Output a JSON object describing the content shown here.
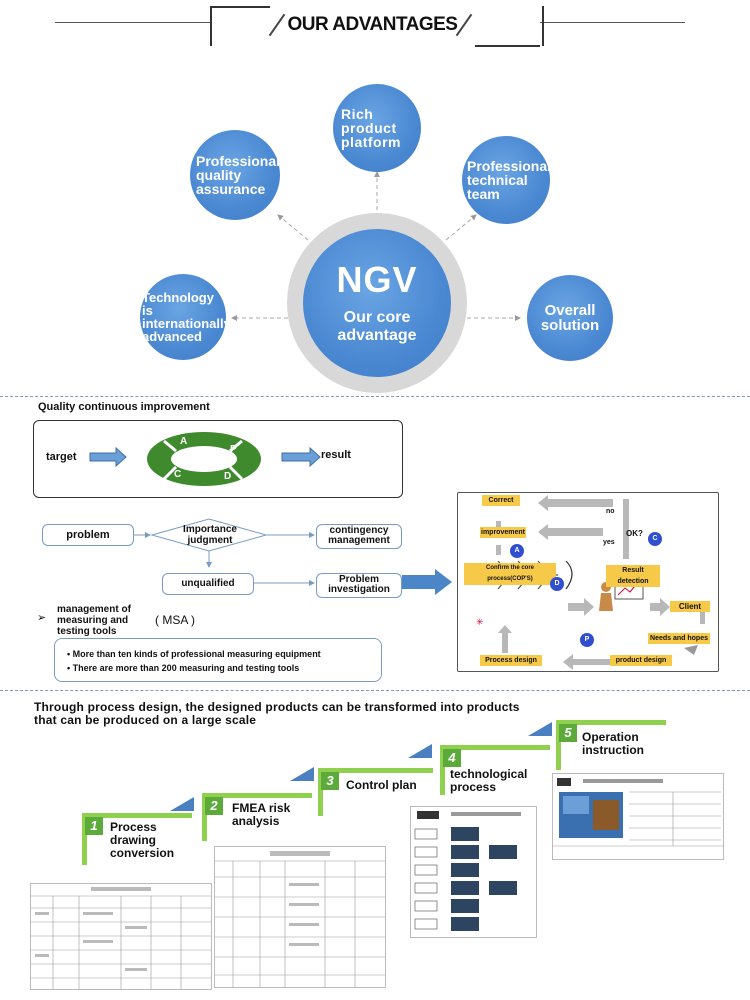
{
  "header": {
    "title": "OUR ADVANTAGES"
  },
  "advantages": {
    "core_title": "NGV",
    "core_subtitle": "Our core advantage",
    "items": [
      {
        "label": "Rich product platform"
      },
      {
        "label": "Professional quality assurance"
      },
      {
        "label": "Professional technical team"
      },
      {
        "label": "Technology is internationally advanced"
      },
      {
        "label": "Overall solution"
      }
    ]
  },
  "quality": {
    "title": "Quality continuous improvement",
    "target": "target",
    "result": "result",
    "pdca": [
      "A",
      "P",
      "D",
      "C"
    ],
    "problem": "problem",
    "importance": "Importance judgment",
    "contingency": "contingency management",
    "unqualified": "unqualified",
    "investigation": "Problem investigation",
    "msa_label": "management of measuring and testing tools",
    "msa_abbr": "( MSA )",
    "bullets": [
      "• More than ten kinds of professional measuring equipment",
      "• There are more than 200 measuring and testing tools"
    ]
  },
  "process_chart": {
    "correct": "Correct",
    "no": "no",
    "improvement": "improvement",
    "yes": "yes",
    "ok": "OK?",
    "confirm": "Confirm the core process(COP'S)",
    "result_detection": "Result detection",
    "client": "Client",
    "needs": "Needs and hopes",
    "process_design": "Process design",
    "product_design": "product design",
    "dots": [
      "A",
      "D",
      "C",
      "P"
    ]
  },
  "process_design": {
    "intro": "Through process design, the designed products can be transformed into products that can be produced on a large scale",
    "steps": [
      {
        "num": "1",
        "label": "Process drawing conversion"
      },
      {
        "num": "2",
        "label": "FMEA risk analysis"
      },
      {
        "num": "3",
        "label": "Control plan"
      },
      {
        "num": "4",
        "label": "technological process"
      },
      {
        "num": "5",
        "label": "Operation instruction"
      }
    ]
  },
  "colors": {
    "bubble": "#4a88d2",
    "green": "#8fd14f",
    "step": "#5caa3a",
    "arrow": "#4a7fc1",
    "tag": "#f7c948"
  }
}
